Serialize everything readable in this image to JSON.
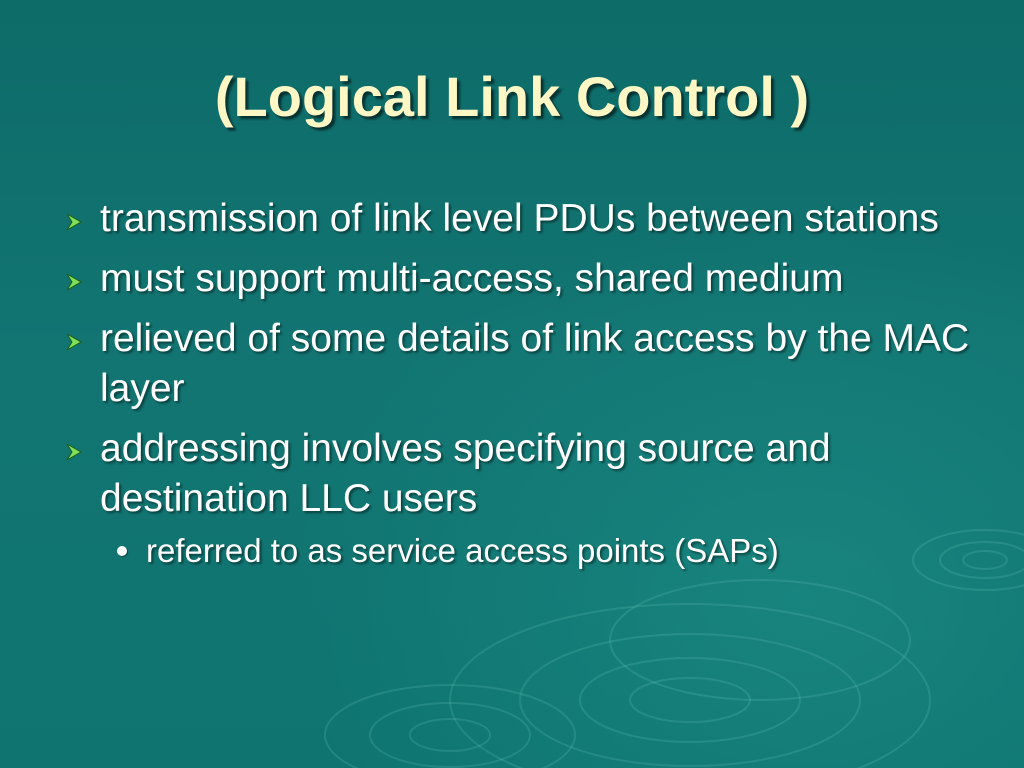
{
  "slide": {
    "title": "(Logical Link Control )",
    "bullets": [
      {
        "text": "transmission of link level PDUs between stations"
      },
      {
        "text": "must support multi-access, shared medium"
      },
      {
        "text": "relieved of some details of link access by the MAC layer"
      },
      {
        "text": "addressing involves specifying source and destination LLC users"
      }
    ],
    "sub_bullets": [
      {
        "text": "referred to as service access points (SAPs)"
      }
    ]
  },
  "theme": {
    "background": "#0f6f6b",
    "title_color": "#fdf7c6",
    "text_color": "#ffffff",
    "bullet_marker_color": "#7fe05a",
    "bullet_icon": "arrow-chevron-icon",
    "sub_bullet_icon": "dot-icon"
  }
}
